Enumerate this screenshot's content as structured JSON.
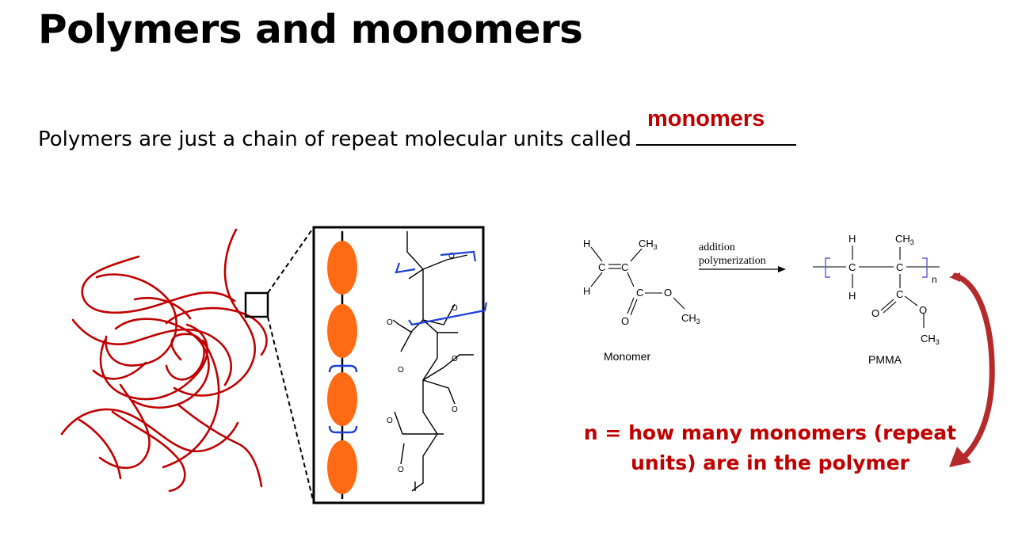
{
  "slide": {
    "title": "Polymers and monomers",
    "sentence": "Polymers are just a chain of repeat molecular units called",
    "blank_answer": "monomers",
    "n_note_line1": "n = how many monomers (repeat",
    "n_note_line2": "units) are in the polymer"
  },
  "reaction": {
    "monomer_caption": "Monomer",
    "polymer_caption": "PMMA",
    "arrow_label_line1": "addition",
    "arrow_label_line2": "polymerization",
    "atom_h": "H",
    "atom_c": "C",
    "atom_o": "O",
    "ch3": "CH",
    "ch3_sub": "3",
    "n_label": "n"
  },
  "zoom_box": {
    "atom_o": "O"
  },
  "colors": {
    "accent_red": "#c00000",
    "chain_red": "#c00000",
    "monomer_orange": "#ff6a13",
    "bracket_blue": "#1f3fd8"
  }
}
